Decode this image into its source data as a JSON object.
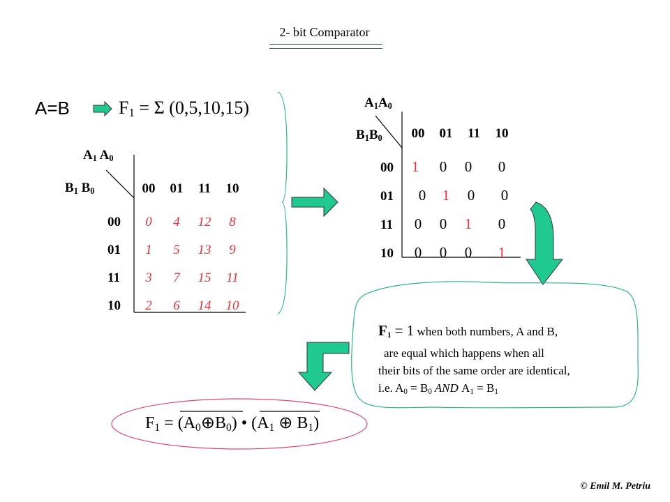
{
  "title": "2- bit Comparator",
  "equation": {
    "lhs": "A=B",
    "f": "F",
    "sub1": "1",
    "rhs": " = Σ (0,5,10,15)"
  },
  "left_map": {
    "col_var_a1": "A",
    "col_var_a1_sub": "1",
    "col_var_a0": "A",
    "col_var_a0_sub": "0",
    "row_var_b1": "B",
    "row_var_b1_sub": "1",
    "row_var_b0": "B",
    "row_var_b0_sub": "0",
    "col_headers": [
      "00",
      "01",
      "11",
      "10"
    ],
    "row_headers": [
      "00",
      "01",
      "11",
      "10"
    ],
    "cells": [
      [
        "0",
        "4",
        "12",
        "8"
      ],
      [
        "1",
        "5",
        "13",
        "9"
      ],
      [
        "3",
        "7",
        "15",
        "11"
      ],
      [
        "2",
        "6",
        "14",
        "10"
      ]
    ]
  },
  "right_map": {
    "col_var_a1": "A",
    "col_var_a1_sub": "1",
    "col_var_a0": "A",
    "col_var_a0_sub": "0",
    "row_var_b1": "B",
    "row_var_b1_sub": "1",
    "row_var_b0": "B",
    "row_var_b0_sub": "0",
    "col_headers": [
      "00",
      "01",
      "11",
      "10"
    ],
    "row_headers": [
      "00",
      "01",
      "11",
      "10"
    ],
    "cells": [
      [
        "1",
        "0",
        "0",
        "0"
      ],
      [
        "0",
        "1",
        "0",
        "0"
      ],
      [
        "0",
        "0",
        "1",
        "0"
      ],
      [
        "0",
        "0",
        "0",
        "1"
      ]
    ]
  },
  "note": {
    "line1_f": "F",
    "line1_sub": "1",
    "line1_eq": " = 1",
    "line1_rest": " when both numbers, A and B,",
    "line2": "are  equal which happens when all",
    "line3": "their bits of the same order are identical,",
    "line4_ie": "i.e.  A",
    "line4_a0sub": "0",
    "line4_eq1": " = ",
    "line4_b0": "B",
    "line4_b0sub": "0",
    "line4_and": "  AND  ",
    "line4_a1": "A",
    "line4_a1sub": "1",
    "line4_eq2": " = ",
    "line4_b1": "B",
    "line4_b1sub": "1"
  },
  "formula": {
    "f": "F",
    "f_sub": "1",
    "eq": " = (",
    "a0": "A",
    "a0_sub": "0",
    "xor1": "⊕",
    "b0": "B",
    "b0_sub": "0",
    "mid": ") • (",
    "a1": "A",
    "a1_sub": "1",
    "xor2": " ⊕ ",
    "b1": "B",
    "b1_sub": "1",
    "end": ")"
  },
  "copyright": "©  Emil M. Petriu",
  "colors": {
    "title_rule": "#3a57a0",
    "pink": "#d6276b",
    "red": "#e8303a",
    "arrow_fill": "#1fc98f",
    "cloud_stroke": "#2ab585",
    "bracket_stroke": "#39bd8f",
    "ellipse_stroke": "#e0427e"
  }
}
